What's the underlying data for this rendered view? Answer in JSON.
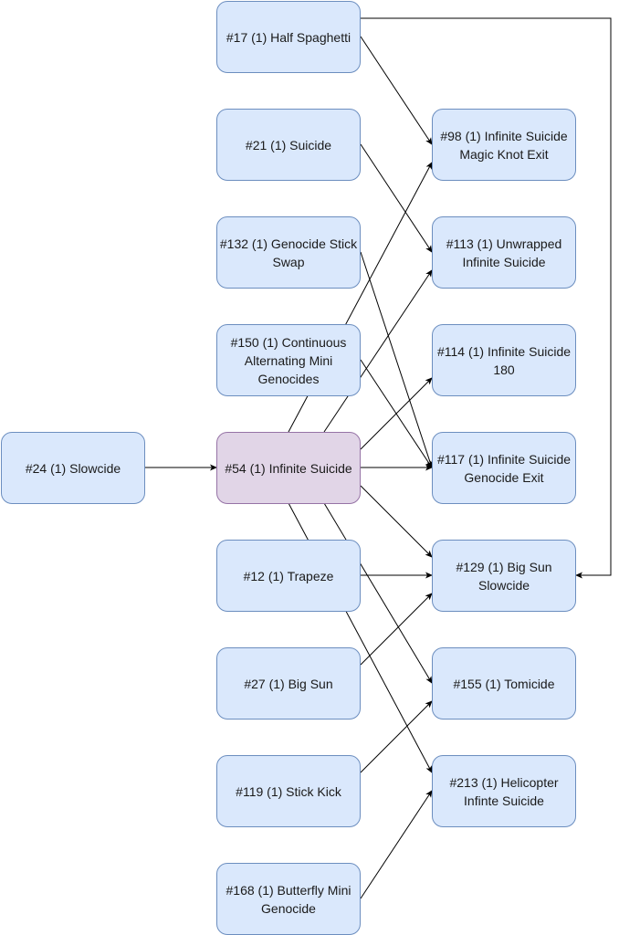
{
  "diagram": {
    "nodes": [
      {
        "id": "n17",
        "label": "#17 (1) Half Spaghetti",
        "style": "default"
      },
      {
        "id": "n21",
        "label": "#21 (1) Suicide",
        "style": "default"
      },
      {
        "id": "n132",
        "label": "#132 (1) Genocide Stick Swap",
        "style": "default"
      },
      {
        "id": "n150",
        "label": "#150 (1) Continuous Alternating Mini Genocides",
        "style": "default"
      },
      {
        "id": "n54",
        "label": "#54 (1) Infinite Suicide",
        "style": "highlight"
      },
      {
        "id": "n12",
        "label": "#12 (1) Trapeze",
        "style": "default"
      },
      {
        "id": "n27",
        "label": "#27 (1) Big Sun",
        "style": "default"
      },
      {
        "id": "n119",
        "label": "#119 (1) Stick Kick",
        "style": "default"
      },
      {
        "id": "n168",
        "label": "#168 (1) Butterfly Mini Genocide",
        "style": "default"
      },
      {
        "id": "n24",
        "label": "#24 (1) Slowcide",
        "style": "default"
      },
      {
        "id": "n98",
        "label": "#98 (1) Infinite Suicide Magic Knot Exit",
        "style": "default"
      },
      {
        "id": "n113",
        "label": "#113 (1) Unwrapped Infinite Suicide",
        "style": "default"
      },
      {
        "id": "n114",
        "label": "#114 (1) Infinite Suicide 180",
        "style": "default"
      },
      {
        "id": "n117",
        "label": "#117 (1) Infinite Suicide Genocide Exit",
        "style": "default"
      },
      {
        "id": "n129",
        "label": "#129 (1) Big Sun Slowcide",
        "style": "default"
      },
      {
        "id": "n155",
        "label": "#155 (1) Tomicide",
        "style": "default"
      },
      {
        "id": "n213",
        "label": "#213 (1) Helicopter Infinte Suicide",
        "style": "default"
      }
    ],
    "edges": [
      {
        "from": "n17",
        "to": "n98"
      },
      {
        "from": "n17",
        "to": "n129",
        "routing": "orthogonal"
      },
      {
        "from": "n21",
        "to": "n113"
      },
      {
        "from": "n132",
        "to": "n117"
      },
      {
        "from": "n150",
        "to": "n117"
      },
      {
        "from": "n24",
        "to": "n54"
      },
      {
        "from": "n54",
        "to": "n98"
      },
      {
        "from": "n54",
        "to": "n113"
      },
      {
        "from": "n54",
        "to": "n114"
      },
      {
        "from": "n54",
        "to": "n117"
      },
      {
        "from": "n54",
        "to": "n129"
      },
      {
        "from": "n54",
        "to": "n155"
      },
      {
        "from": "n54",
        "to": "n213"
      },
      {
        "from": "n12",
        "to": "n129"
      },
      {
        "from": "n27",
        "to": "n129"
      },
      {
        "from": "n119",
        "to": "n155"
      },
      {
        "from": "n168",
        "to": "n213"
      }
    ],
    "colors": {
      "node_fill": "#dae8fc",
      "node_stroke": "#6c8ebf",
      "highlight_fill": "#e1d5e7",
      "highlight_stroke": "#9673a6",
      "edge": "#000000"
    }
  }
}
